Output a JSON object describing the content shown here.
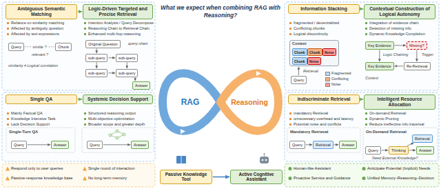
{
  "diagram": {
    "title": "What we expect when combining RAG with Reasoning?",
    "nodes": [
      {
        "text": [
          "Ambiguous Semantic Matching"
        ]
      },
      {
        "text": [
          "Logic-Driven Targeted and Precise Retrieval"
        ]
      },
      {
        "text": [
          "Query"
        ]
      },
      {
        "text": [
          "Chunk"
        ]
      },
      {
        "text": [
          "Original Question"
        ]
      },
      {
        "text": [
          "sub-query"
        ]
      },
      {
        "text": [
          "sub-query"
        ]
      },
      {
        "text": [
          "sub-query"
        ]
      },
      {
        "text": [
          "sub-query"
        ]
      },
      {
        "text": [
          "Answer"
        ]
      },
      {
        "text": [
          "Single QA"
        ]
      },
      {
        "text": [
          "Systemic Decision Support"
        ]
      },
      {
        "text": [
          "Query"
        ]
      },
      {
        "text": [
          "Answer"
        ]
      },
      {
        "text": [
          "Query"
        ]
      },
      {
        "text": [
          "Answer"
        ]
      },
      {
        "text": [
          "Information Stacking"
        ]
      },
      {
        "text": [
          "Contextual Construction of Logical Autonomy"
        ]
      },
      {
        "text": [
          "Context"
        ]
      },
      {
        "text": [
          "Chunk"
        ],
        "in": 18
      },
      {
        "text": [
          "Chunk"
        ],
        "in": 18
      },
      {
        "text": [
          "Noise"
        ],
        "in": 18
      },
      {
        "text": [
          "Chunk"
        ],
        "in": 18
      },
      {
        "text": [
          "Noise"
        ],
        "in": 18
      },
      {
        "text": [
          "Query"
        ]
      },
      {
        "text": [
          "Key Evidence"
        ]
      },
      {
        "text": [
          "Missing?"
        ]
      },
      {
        "text": [
          "Key Evidence"
        ]
      },
      {
        "text": [
          "Re-Retrieval"
        ]
      },
      {
        "text": [
          "Indiscriminate Retrieval"
        ]
      },
      {
        "text": [
          "Intelligent Resource Allocation"
        ]
      },
      {
        "text": [
          "Query"
        ]
      },
      {
        "text": [
          "Retrieval"
        ]
      },
      {
        "text": [
          "Answer"
        ]
      },
      {
        "text": [
          "Query"
        ]
      },
      {
        "text": [
          "Thinking"
        ]
      },
      {
        "text": [
          "Answer"
        ]
      },
      {
        "text": [
          "Retrieval"
        ]
      },
      {
        "text": [
          "Passive Knowledge Tool"
        ]
      },
      {
        "text": [
          "Active Cognitive Assistant"
        ]
      }
    ],
    "edges": [
      {
        "from": 0,
        "to": 1,
        "arrow": "to"
      },
      {
        "from": 2,
        "to": 3,
        "label": "similar ?",
        "arrow": "none"
      },
      {
        "from": 4,
        "to": 5,
        "arrow": "to"
      },
      {
        "from": 5,
        "to": 6,
        "arrow": "to"
      },
      {
        "from": 5,
        "to": 7,
        "arrow": "to"
      },
      {
        "from": 6,
        "to": 8,
        "arrow": "to"
      },
      {
        "from": 7,
        "to": 8,
        "arrow": "to"
      },
      {
        "from": 8,
        "to": 9,
        "arrow": "to"
      },
      {
        "from": 10,
        "to": 11,
        "arrow": "to"
      },
      {
        "from": 12,
        "to": 13,
        "arrow": "to"
      },
      {
        "from": 14,
        "to": 15,
        "arrow": "to"
      },
      {
        "from": 16,
        "to": 17,
        "arrow": "to"
      },
      {
        "from": 24,
        "to": 18,
        "arrow": "to"
      },
      {
        "from": 25,
        "to": 26,
        "arrow": "to"
      },
      {
        "from": 25,
        "to": 27,
        "arrow": "to"
      },
      {
        "from": 26,
        "to": 28,
        "arrow": "to"
      },
      {
        "from": 28,
        "to": 27,
        "arrow": "to"
      },
      {
        "from": 29,
        "to": 30,
        "arrow": "to"
      },
      {
        "from": 31,
        "to": 32,
        "arrow": "to"
      },
      {
        "from": 32,
        "to": 33,
        "arrow": "to"
      },
      {
        "from": 34,
        "to": 35,
        "arrow": "to"
      },
      {
        "from": 35,
        "to": 36,
        "arrow": "to"
      },
      {
        "from": 35,
        "to": 37,
        "arrow": "to"
      },
      {
        "from": 38,
        "to": 39,
        "arrow": "to"
      }
    ],
    "labels": [
      "Reliance on similarity matching",
      "Affected by ambiguity question",
      "Affected by text expressions",
      "relevant ?",
      "similarity ≠ Logical correlation",
      "Intention Analysis / Query Decompose",
      "Reasoning Chain to Retrieval Chain",
      "Enhanced multi-hop reasoning",
      "query chain",
      "Mainly Factual QA",
      "Knowledge Intensive Task",
      "Lack Decision Support",
      "Single-Turn QA",
      "Structured reasoning output",
      "Multi-objective optimization",
      "Broader scope and greater depth",
      "Respond only to user queries",
      "Passive-response knowledge base",
      "Single round of interaction",
      "No long-term memory",
      "RAG",
      "Reasoning",
      "fragmented / decentralized",
      "Conflicting chunks",
      "Logical discontinuity",
      "Retrieval",
      "Integration of evidence chain",
      "Detection of missing info",
      "Dynamic Knowledge Completion",
      "Logic Chaining",
      "Trigger",
      "Context",
      "mandatory Retrieval",
      "unnecessary overhead and latency",
      "Potential noise and conflicts",
      "Mandatory Retrieval",
      "On-demand Retrieval",
      "Dynamic Pruning",
      "Reduce ineffective info traversal",
      "On-Demand Retrieval",
      "Need External Knowledge?",
      "Human-like Assistant",
      "Proactive Service and Guidance",
      "Anticipate Potential (Implicit) Needs",
      "Unified Memory–Reasoning–Decision"
    ],
    "legend": [
      {
        "text": "Fragmented",
        "color": "#bdd7ee"
      },
      {
        "text": "Conflicting",
        "color": "#f4b183"
      },
      {
        "text": "Noise",
        "color": "#ff9999"
      }
    ]
  }
}
